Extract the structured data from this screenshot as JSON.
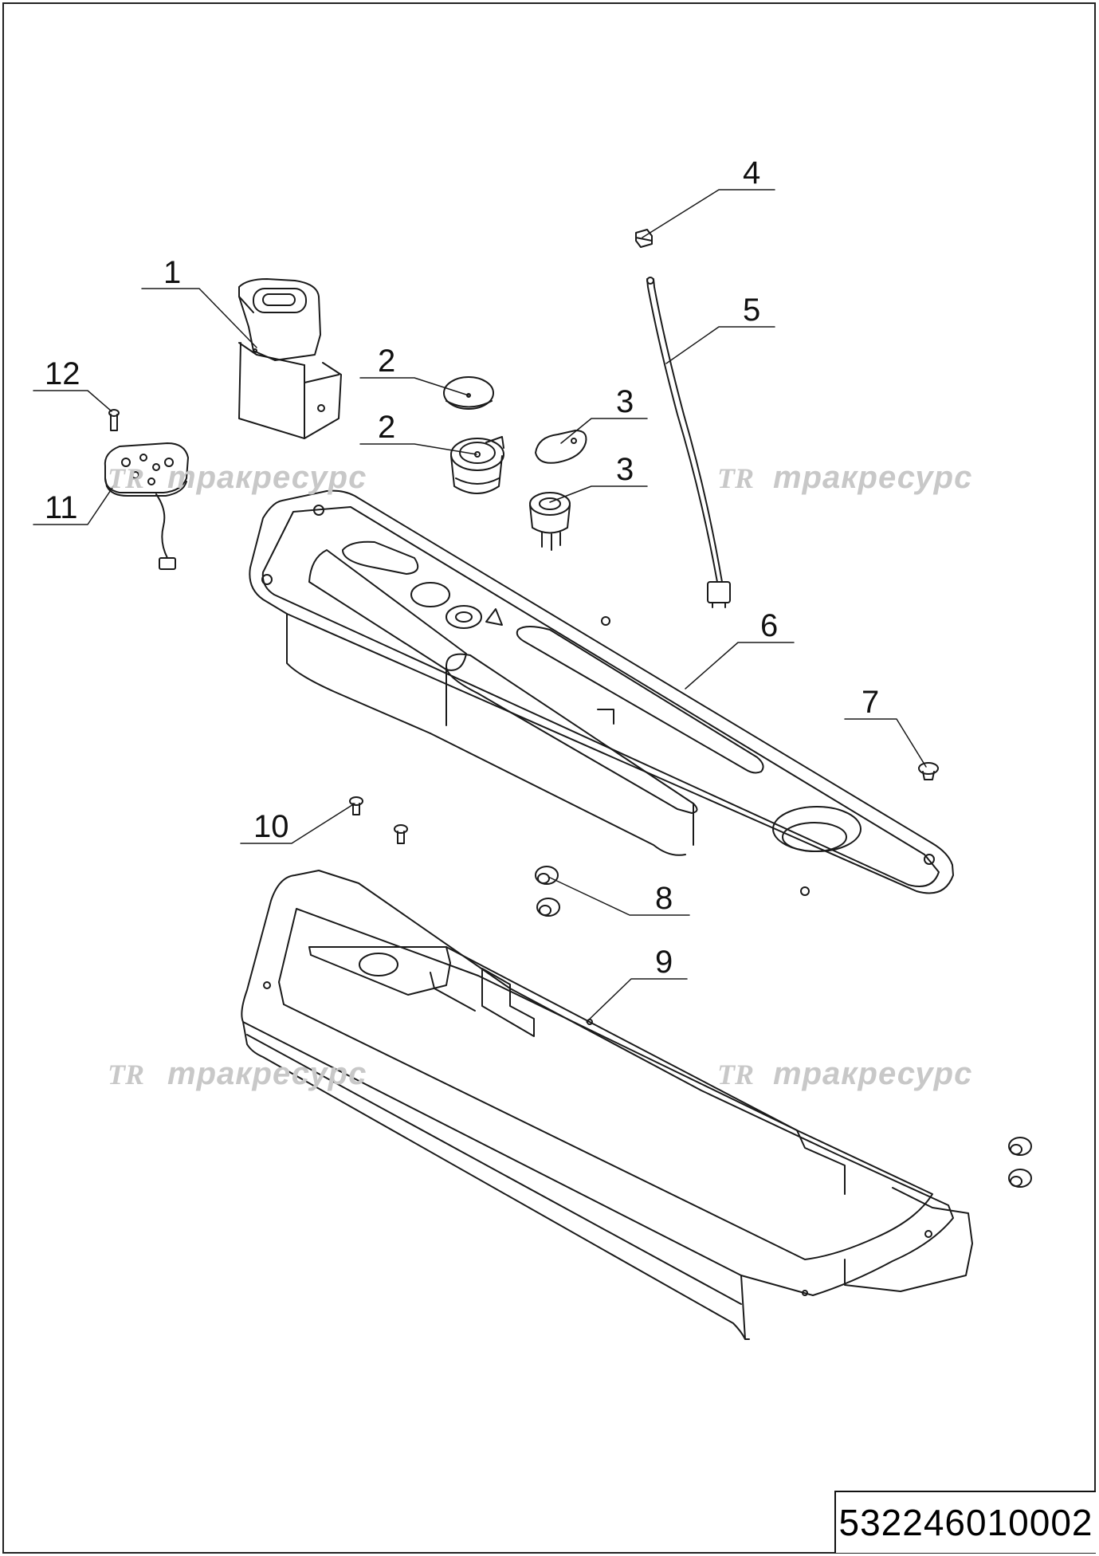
{
  "drawing": {
    "document_number": "532246010002",
    "callouts": [
      "1",
      "2",
      "2",
      "3",
      "3",
      "4",
      "5",
      "6",
      "7",
      "8",
      "9",
      "10",
      "11",
      "12"
    ],
    "watermark": {
      "logo": "TR",
      "text": "тракресурс"
    }
  },
  "colors": {
    "line": "#1a1a1a",
    "watermark": "#c8c8c8",
    "background": "#ffffff"
  }
}
